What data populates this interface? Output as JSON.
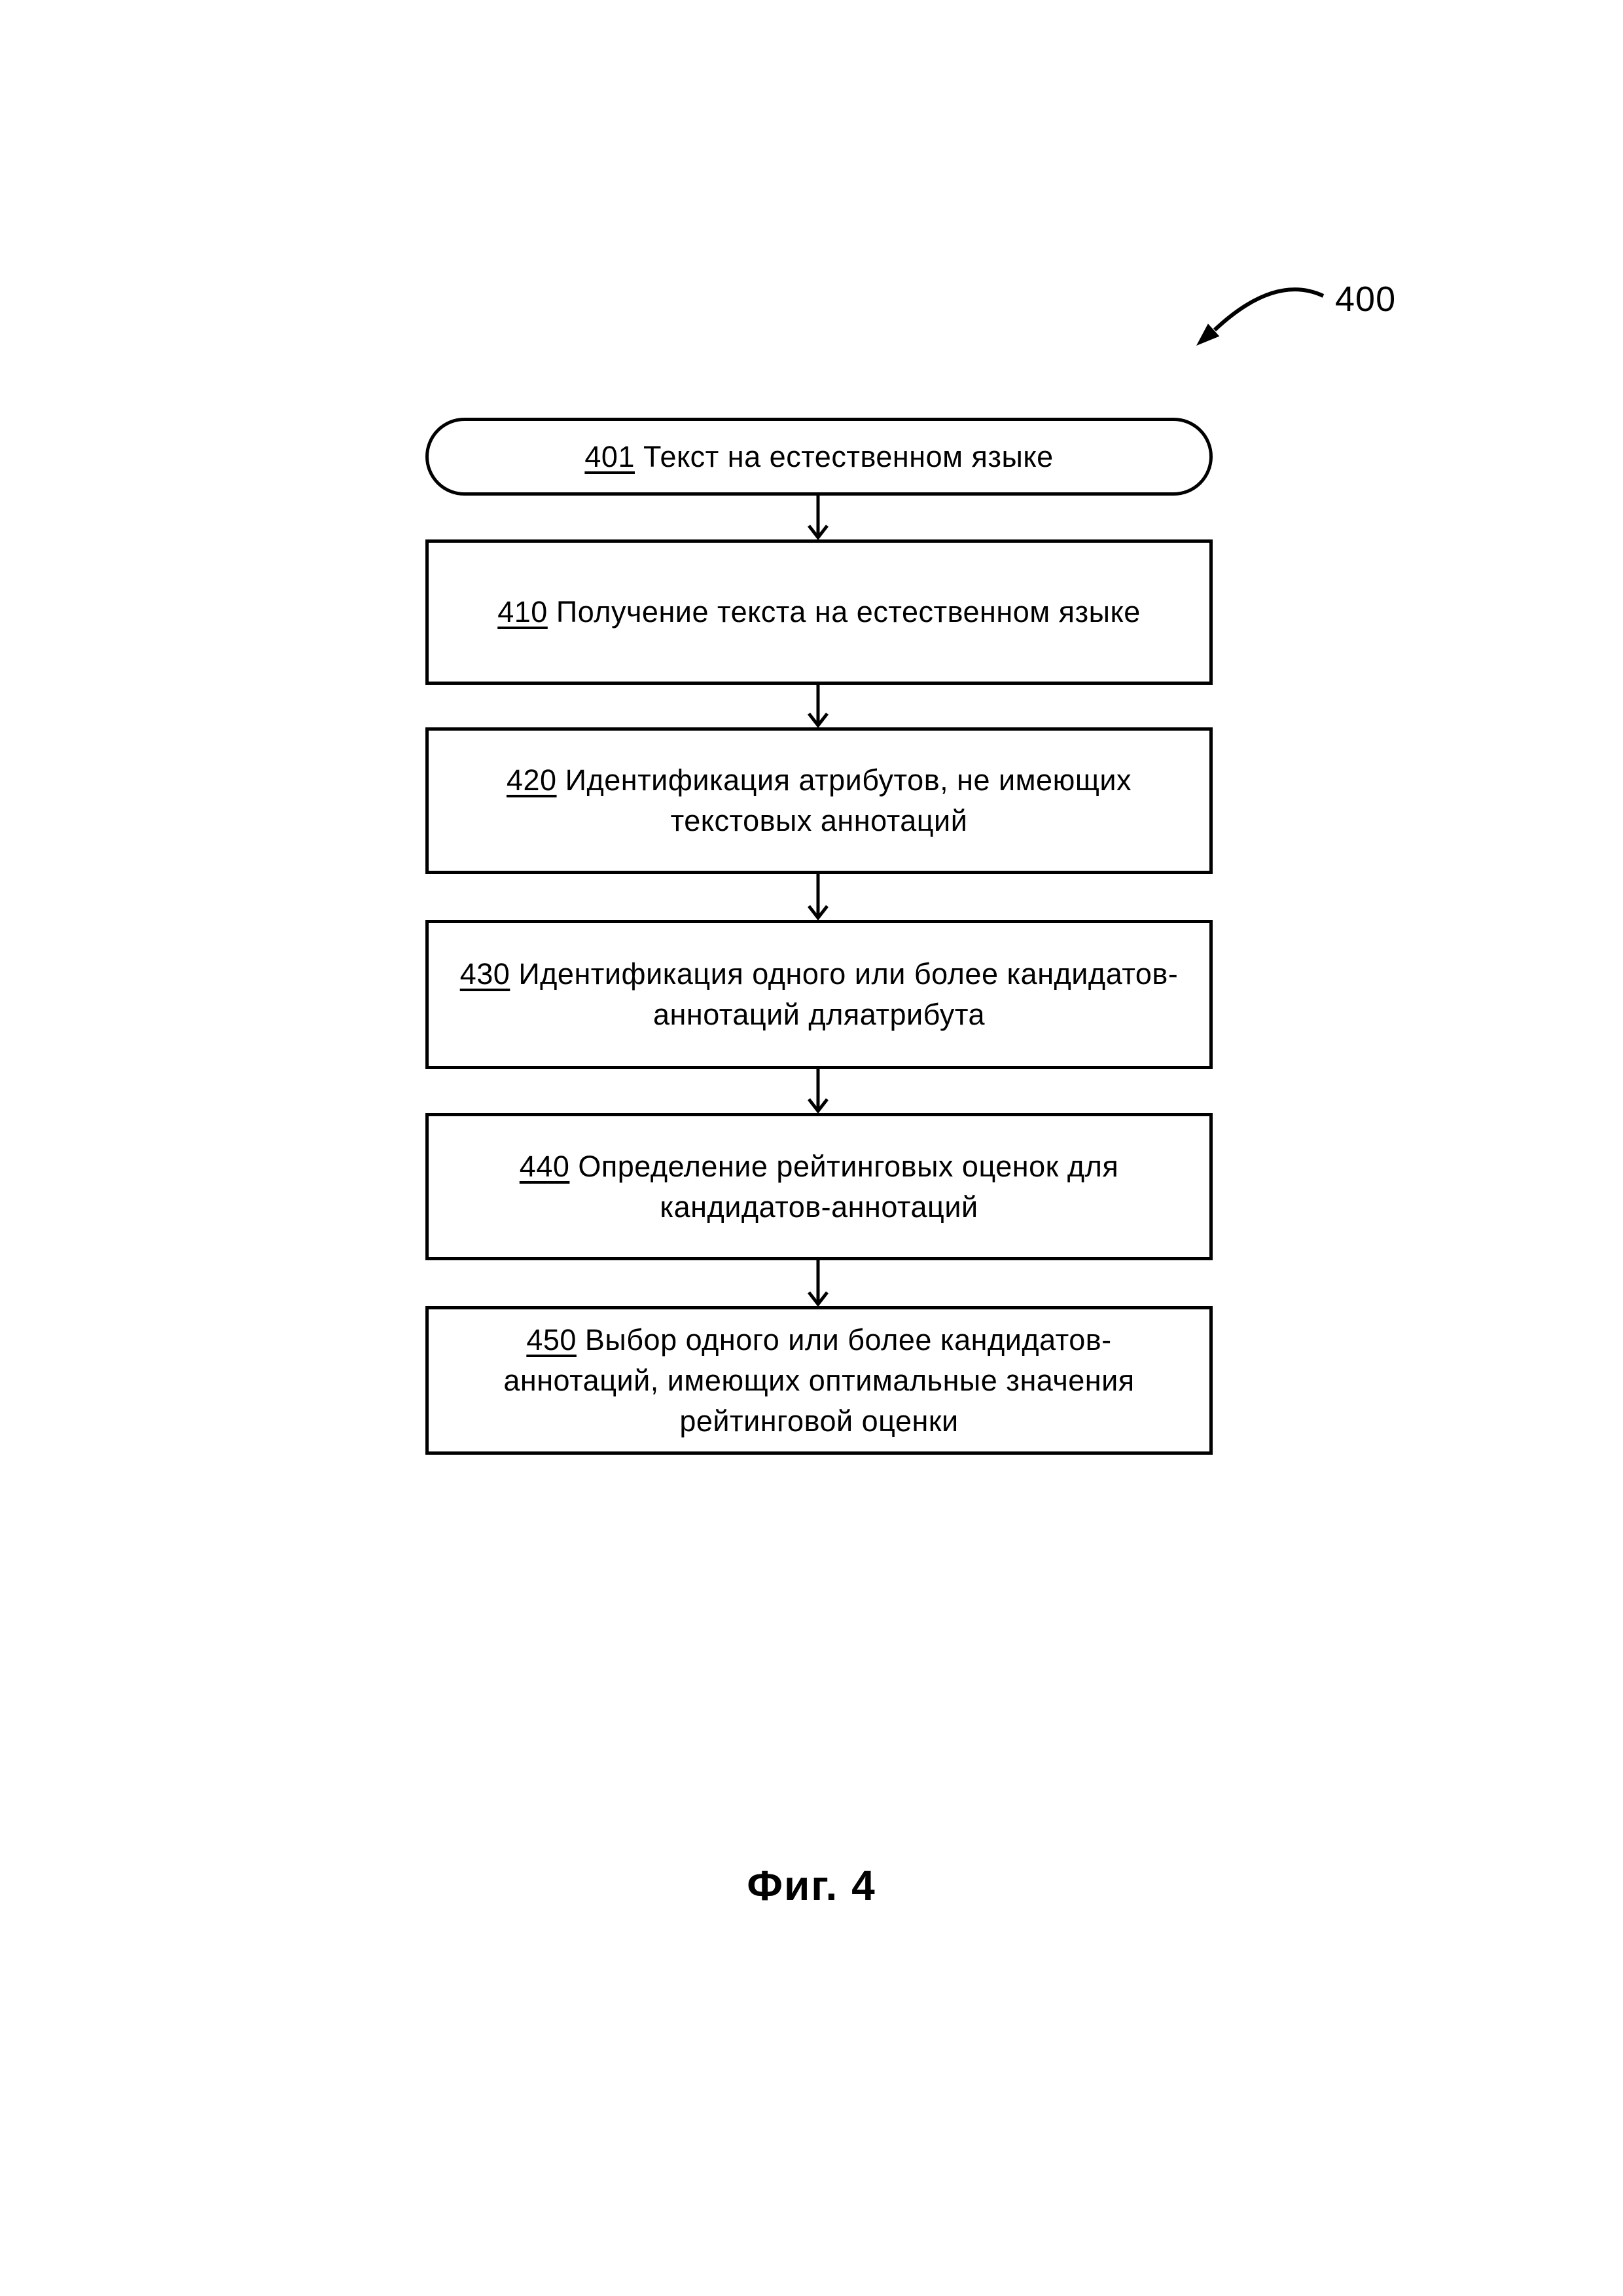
{
  "figure": {
    "reference_label": "400",
    "caption": "Фиг. 4",
    "colors": {
      "ink": "#000000",
      "paper": "#ffffff"
    },
    "nodes": [
      {
        "id": "401",
        "num": "401",
        "text": "Текст на естественном языке",
        "shape": "stadium"
      },
      {
        "id": "410",
        "num": "410",
        "text": "Получение текста на естественном языке",
        "shape": "rect"
      },
      {
        "id": "420",
        "num": "420",
        "text": "Идентификация атрибутов, не имеющих текстовых аннотаций",
        "shape": "rect"
      },
      {
        "id": "430",
        "num": "430",
        "text": "Идентификация одного или более кандидатов-аннотаций дляатрибута",
        "shape": "rect"
      },
      {
        "id": "440",
        "num": "440",
        "text": "Определение рейтинговых оценок для кандидатов-аннотаций",
        "shape": "rect"
      },
      {
        "id": "450",
        "num": "450",
        "text": "Выбор одного или более кандидатов-аннотаций, имеющих оптимальные значения рейтинговой оценки",
        "shape": "rect"
      }
    ]
  }
}
